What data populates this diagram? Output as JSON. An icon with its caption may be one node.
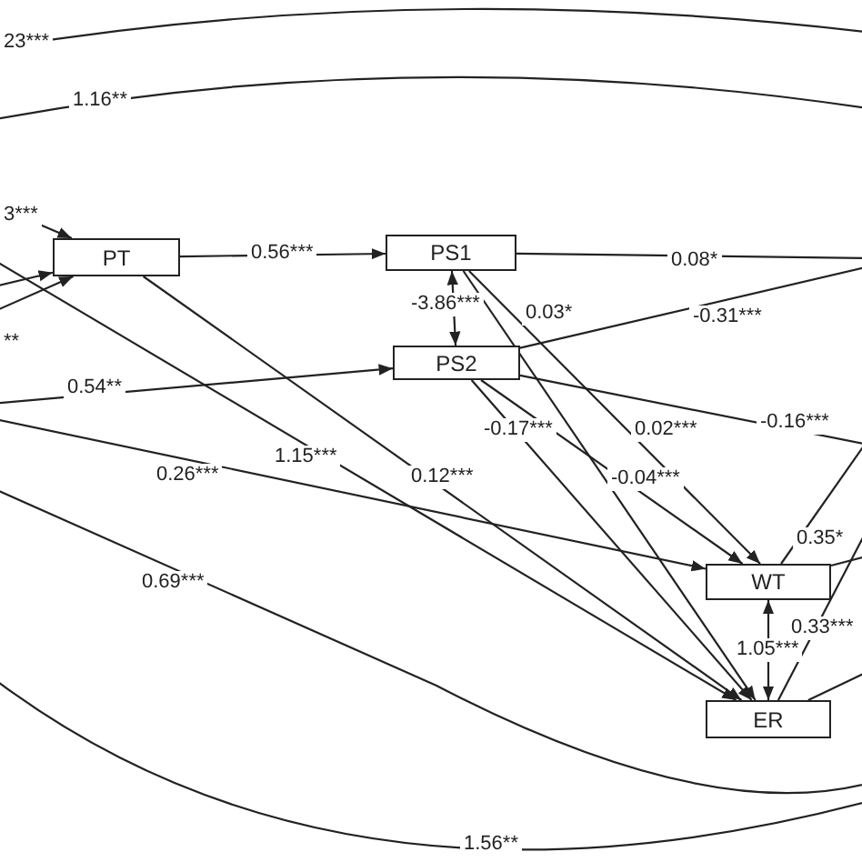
{
  "diagram": {
    "nodes": [
      {
        "text": [
          "PT"
        ]
      },
      {
        "text": [
          "PS1"
        ]
      },
      {
        "text": [
          "PS2"
        ]
      },
      {
        "text": [
          "WT"
        ]
      },
      {
        "text": [
          "ER"
        ]
      }
    ],
    "edges": [
      {
        "from": null,
        "to": 0,
        "arrow": "to",
        "label": "3***"
      },
      {
        "from": null,
        "to": 0,
        "arrow": "to"
      },
      {
        "from": null,
        "to": 0,
        "arrow": "to",
        "label": "**"
      },
      {
        "from": 0,
        "to": 1,
        "arrow": "to",
        "label": "0.56***"
      },
      {
        "from": 1,
        "to": 2,
        "arrow": "both",
        "label": "-3.86***"
      },
      {
        "from": null,
        "to": 2,
        "arrow": "to",
        "label": "0.54**"
      },
      {
        "from": 0,
        "to": 4,
        "arrow": "to",
        "label": "0.12***"
      },
      {
        "from": null,
        "to": 4,
        "arrow": "to",
        "label": "1.15***"
      },
      {
        "from": null,
        "to": 3,
        "arrow": "to",
        "label": "0.26***"
      },
      {
        "from": 1,
        "to": null,
        "arrow": "none",
        "label": "0.08*"
      },
      {
        "from": 2,
        "to": null,
        "arrow": "none",
        "label": "-0.31***"
      },
      {
        "from": 2,
        "to": null,
        "arrow": "none",
        "label": "-0.16***"
      },
      {
        "from": 1,
        "to": 4,
        "arrow": "to",
        "label": "0.03*"
      },
      {
        "from": 1,
        "to": 3,
        "arrow": "to",
        "label": "0.02***"
      },
      {
        "from": 2,
        "to": 4,
        "arrow": "to",
        "label": "-0.17***"
      },
      {
        "from": 2,
        "to": 3,
        "arrow": "to",
        "label": "-0.04***"
      },
      {
        "from": 3,
        "to": 4,
        "arrow": "both",
        "label": "1.05***"
      },
      {
        "from": 3,
        "to": null,
        "arrow": "none",
        "label": "0.35*"
      },
      {
        "from": 3,
        "to": null,
        "arrow": "none"
      },
      {
        "from": 4,
        "to": null,
        "arrow": "none",
        "label": "0.33***"
      },
      {
        "from": 4,
        "to": null,
        "arrow": "none"
      }
    ],
    "labels": [
      "23***",
      "1.16**",
      "0.69***",
      "1.56**"
    ]
  }
}
